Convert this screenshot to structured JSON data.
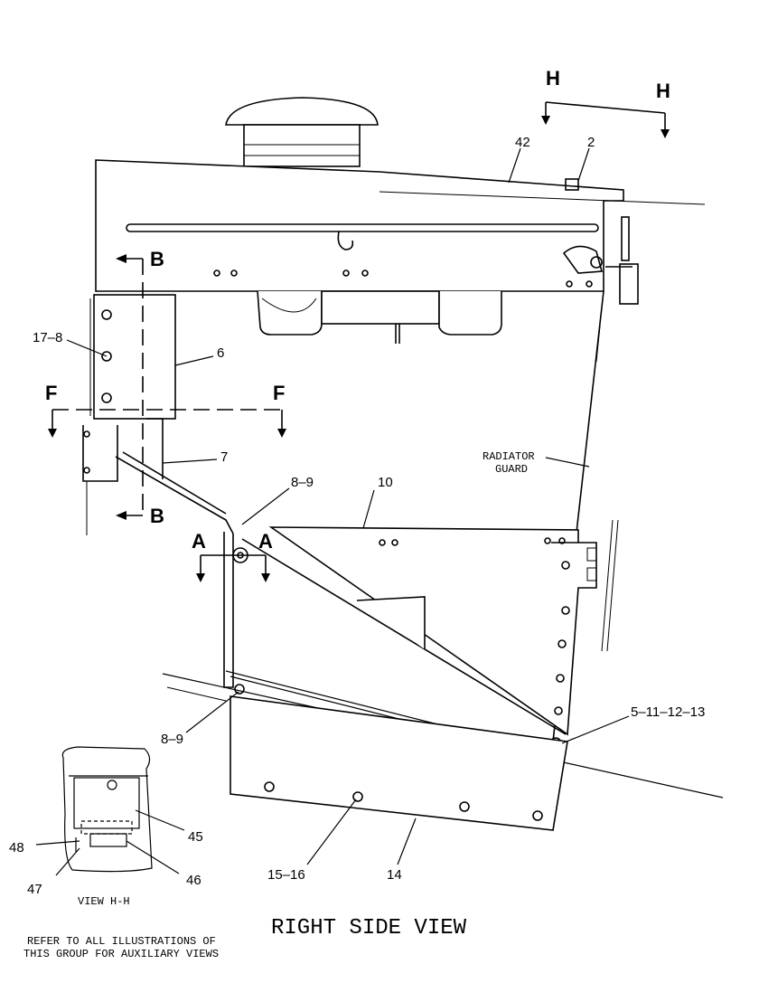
{
  "title": "RIGHT SIDE VIEW",
  "note_lines": [
    "REFER TO ALL ILLUSTRATIONS OF",
    "THIS GROUP FOR AUXILIARY VIEWS"
  ],
  "inset_caption": "VIEW H-H",
  "section_letters": {
    "h": "H",
    "b": "B",
    "f": "F",
    "a": "A"
  },
  "callouts": {
    "c42": "42",
    "c2": "2",
    "c17_8": "17–8",
    "c6": "6",
    "c7": "7",
    "c8_9_top": "8–9",
    "c10": "10",
    "radiator_guard_1": "RADIATOR",
    "radiator_guard_2": "GUARD",
    "c8_9_bottom": "8–9",
    "c5_11_12_13": "5–11–12–13",
    "c15_16": "15–16",
    "c14": "14",
    "c45": "45",
    "c46": "46",
    "c47": "47",
    "c48": "48"
  }
}
